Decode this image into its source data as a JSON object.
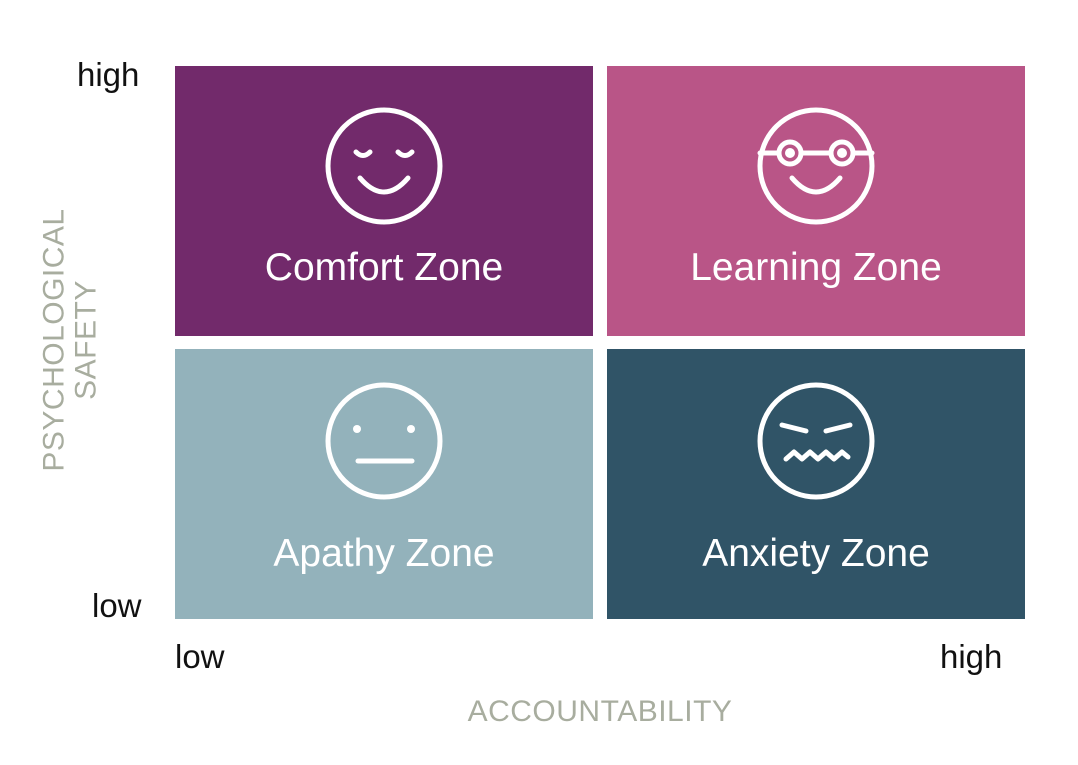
{
  "colors": {
    "comfort": "#722a6b",
    "learning": "#b95587",
    "apathy": "#93b2bb",
    "anxiety": "#305467",
    "axis_title": "#a8ad9f",
    "tick_label": "#111111",
    "face_stroke": "#ffffff"
  },
  "y_axis": {
    "title_line1": "PSYCHOLOGICAL",
    "title_line2": "SAFETY",
    "high": "high",
    "low": "low"
  },
  "x_axis": {
    "title": "ACCOUNTABILITY",
    "low": "low",
    "high": "high"
  },
  "quadrants": {
    "top_left": {
      "label": "Comfort Zone",
      "icon": "content-face-icon"
    },
    "top_right": {
      "label": "Learning Zone",
      "icon": "face-with-glasses-icon"
    },
    "bottom_left": {
      "label": "Apathy Zone",
      "icon": "neutral-face-icon"
    },
    "bottom_right": {
      "label": "Anxiety Zone",
      "icon": "anxious-face-icon"
    }
  }
}
